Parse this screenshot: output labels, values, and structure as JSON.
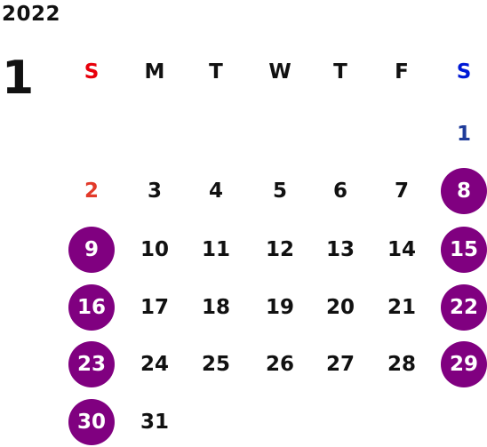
{
  "calendar": {
    "year": "2022",
    "month": "1",
    "weekdays": [
      {
        "label": "S",
        "color": "#e8000b"
      },
      {
        "label": "M",
        "color": "#111111"
      },
      {
        "label": "T",
        "color": "#111111"
      },
      {
        "label": "W",
        "color": "#111111"
      },
      {
        "label": "T",
        "color": "#111111"
      },
      {
        "label": "F",
        "color": "#111111"
      },
      {
        "label": "S",
        "color": "#0019d6"
      }
    ],
    "start_weekday_index": 6,
    "days_in_month": 31,
    "highlight_color": "#800080",
    "sunday_color": "#e23a2a",
    "saturday_color": "#1f3c9a",
    "highlighted_days": [
      8,
      9,
      15,
      16,
      22,
      23,
      29,
      30
    ]
  }
}
